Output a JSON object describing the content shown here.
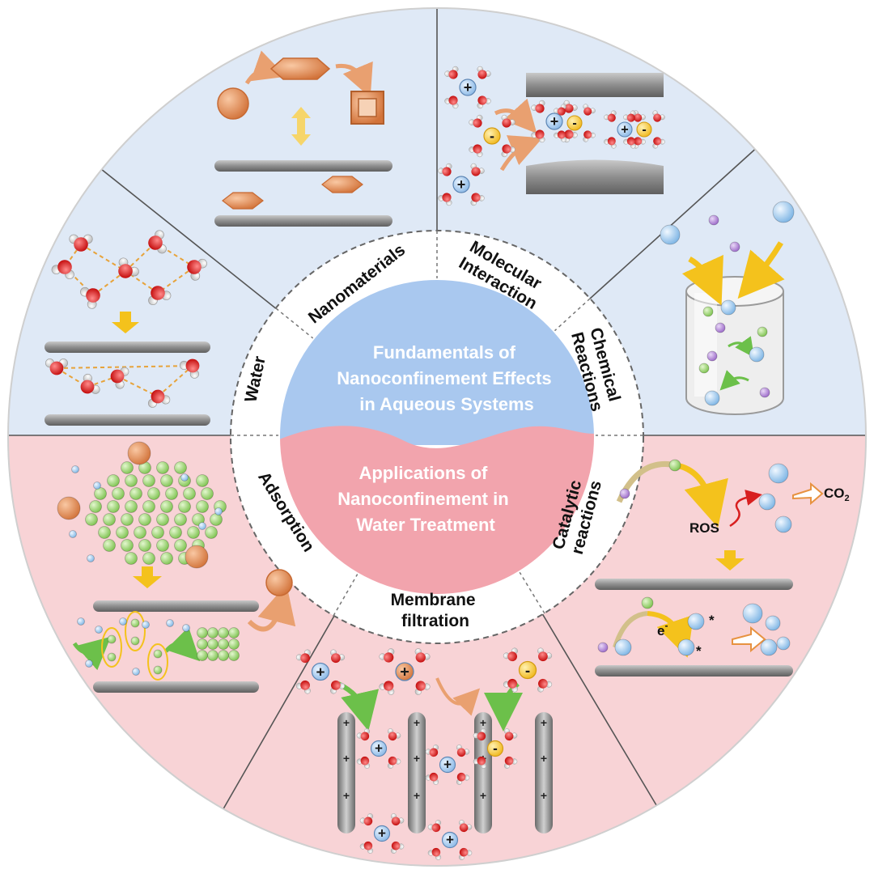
{
  "center": {
    "top_lines": [
      "Fundamentals of",
      "Nanoconfinement Effects",
      "in Aqueous Systems"
    ],
    "bottom_lines": [
      "Applications of",
      "Nanoconfinement in",
      "Water Treatment"
    ]
  },
  "ring_labels": {
    "water": "Water",
    "nanomaterials": "Nanomaterials",
    "molecular_interaction": [
      "Molecular",
      "Interaction"
    ],
    "chemical_reactions": [
      "Chemical",
      "Reactions"
    ],
    "catalytic_reactions": [
      "Catalytic",
      "reactions"
    ],
    "membrane_filtration": [
      "Membrane",
      "filtration"
    ],
    "adsorption": "Adsorption"
  },
  "annotations": {
    "ros": "ROS",
    "co2": "CO",
    "co2_sub": "2",
    "electron": "e",
    "electron_sup": "-",
    "star": "*",
    "plus": "+",
    "minus": "-"
  },
  "colors": {
    "top_panel": "#dfe9f6",
    "bottom_panel": "#f8d3d6",
    "center_top": "#a9c8ef",
    "center_bottom": "#f2a4ad",
    "oxygen": "#e02020",
    "hydrogen": "#e8e8e8",
    "hbond": "#e7a33a",
    "arrow_yellow": "#f4c21c",
    "arrow_green": "#6cc04a",
    "nano_orange": "#e9925a",
    "green_sphere": "#9fd67a",
    "blue_sphere": "#a9d1f3",
    "purple_sphere": "#b38ad6"
  }
}
